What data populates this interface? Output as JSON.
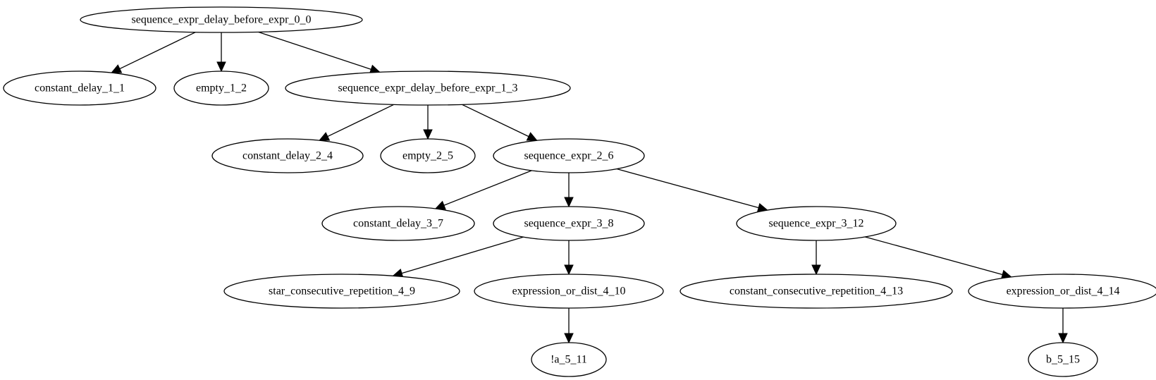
{
  "diagram": {
    "type": "tree",
    "colors": {
      "stroke": "#000000",
      "fill": "#ffffff",
      "text": "#000000"
    },
    "nodes": [
      {
        "id": "n0",
        "label": "sequence_expr_delay_before_expr_0_0"
      },
      {
        "id": "n1",
        "label": "constant_delay_1_1"
      },
      {
        "id": "n2",
        "label": "empty_1_2"
      },
      {
        "id": "n3",
        "label": "sequence_expr_delay_before_expr_1_3"
      },
      {
        "id": "n4",
        "label": "constant_delay_2_4"
      },
      {
        "id": "n5",
        "label": "empty_2_5"
      },
      {
        "id": "n6",
        "label": "sequence_expr_2_6"
      },
      {
        "id": "n7",
        "label": "constant_delay_3_7"
      },
      {
        "id": "n8",
        "label": "sequence_expr_3_8"
      },
      {
        "id": "n9",
        "label": "star_consecutive_repetition_4_9"
      },
      {
        "id": "n10",
        "label": "expression_or_dist_4_10"
      },
      {
        "id": "n11",
        "label": "!a_5_11"
      },
      {
        "id": "n12",
        "label": "sequence_expr_3_12"
      },
      {
        "id": "n13",
        "label": "constant_consecutive_repetition_4_13"
      },
      {
        "id": "n14",
        "label": "expression_or_dist_4_14"
      },
      {
        "id": "n15",
        "label": "b_5_15"
      }
    ],
    "edges": [
      {
        "from": "n0",
        "to": "n1"
      },
      {
        "from": "n0",
        "to": "n2"
      },
      {
        "from": "n0",
        "to": "n3"
      },
      {
        "from": "n3",
        "to": "n4"
      },
      {
        "from": "n3",
        "to": "n5"
      },
      {
        "from": "n3",
        "to": "n6"
      },
      {
        "from": "n6",
        "to": "n7"
      },
      {
        "from": "n6",
        "to": "n8"
      },
      {
        "from": "n6",
        "to": "n12"
      },
      {
        "from": "n8",
        "to": "n9"
      },
      {
        "from": "n8",
        "to": "n10"
      },
      {
        "from": "n10",
        "to": "n11"
      },
      {
        "from": "n12",
        "to": "n13"
      },
      {
        "from": "n12",
        "to": "n14"
      },
      {
        "from": "n14",
        "to": "n15"
      }
    ]
  }
}
